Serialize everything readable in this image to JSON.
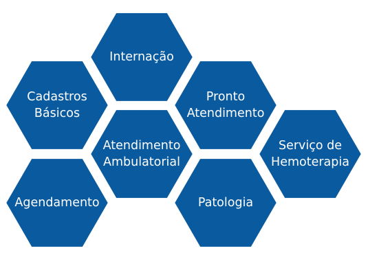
{
  "colors": {
    "hex_fill": "#0a5aa0",
    "hex_border": "#ffffff",
    "text": "#ffffff",
    "background": "#ffffff"
  },
  "modules": [
    {
      "id": "internacao",
      "lines": [
        "Internação"
      ]
    },
    {
      "id": "cadastros-basicos",
      "lines": [
        "Cadastros",
        "Básicos"
      ]
    },
    {
      "id": "pronto-atendimento",
      "lines": [
        "Pronto",
        "Atendimento"
      ]
    },
    {
      "id": "atendimento-ambulatorial",
      "lines": [
        "Atendimento",
        "Ambulatorial"
      ]
    },
    {
      "id": "servico-de-hemoterapia",
      "lines": [
        "Serviço de",
        "Hemoterapia"
      ]
    },
    {
      "id": "agendamento",
      "lines": [
        "Agendamento"
      ]
    },
    {
      "id": "patologia",
      "lines": [
        "Patologia"
      ]
    }
  ]
}
